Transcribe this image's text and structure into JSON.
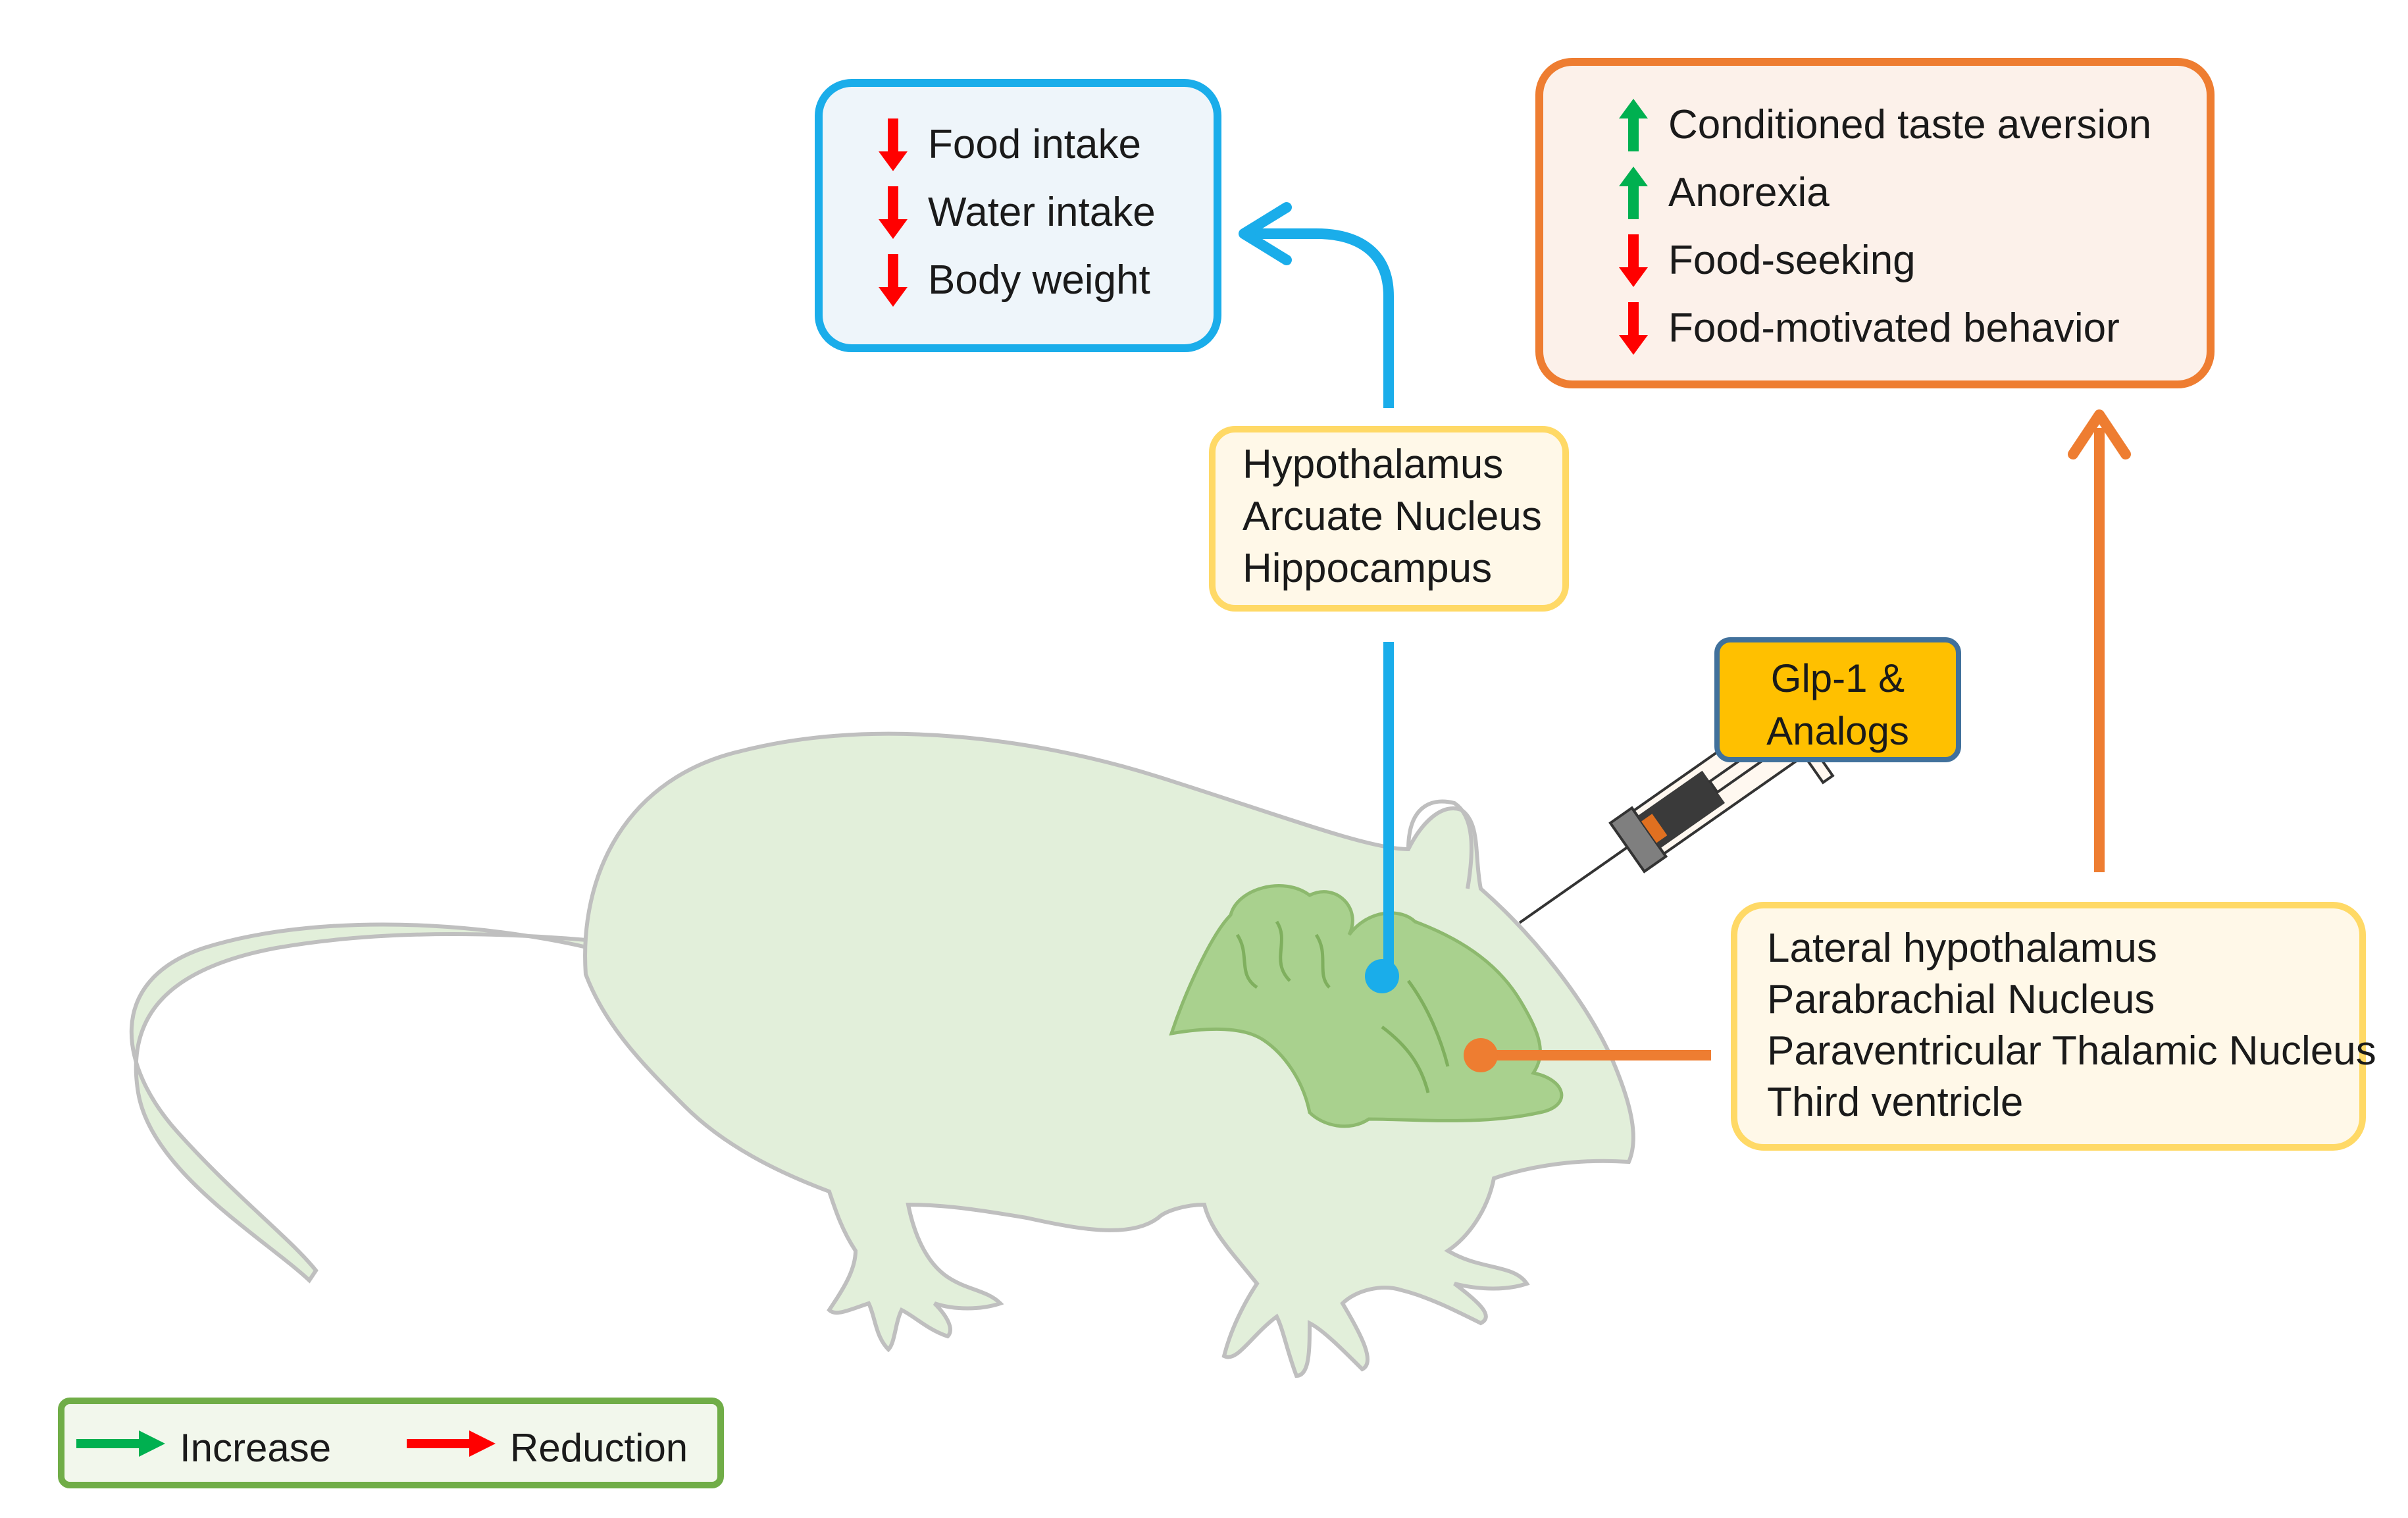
{
  "colors": {
    "blue": "#1AADEA",
    "orange": "#EE7D31",
    "yellow_border": "#FFD966",
    "yellow_fill": "#FFF8E8",
    "green_legend": "#70AD47",
    "increase": "#00B050",
    "reduction": "#FF0000",
    "glp_fill": "#FFC000",
    "glp_border": "#41719C",
    "rat_fill": "#E2EFDA",
    "rat_stroke": "#BFBFBF",
    "brain": "#A9D18E"
  },
  "effects_blue": {
    "items": [
      {
        "label": "Food intake",
        "direction": "down"
      },
      {
        "label": "Water intake",
        "direction": "down"
      },
      {
        "label": "Body weight",
        "direction": "down"
      }
    ]
  },
  "effects_orange": {
    "items": [
      {
        "label": "Conditioned taste aversion",
        "direction": "up"
      },
      {
        "label": "Anorexia",
        "direction": "up"
      },
      {
        "label": "Food-seeking",
        "direction": "down"
      },
      {
        "label": "Food-motivated behavior",
        "direction": "down"
      }
    ]
  },
  "regions_blue": [
    "Hypothalamus",
    "Arcuate Nucleus",
    "Hippocampus"
  ],
  "regions_orange": [
    "Lateral hypothalamus",
    "Parabrachial Nucleus",
    "Paraventricular Thalamic Nucleus",
    "Third ventricle"
  ],
  "glp": {
    "line1": "Glp-1 &",
    "line2": "Analogs"
  },
  "legend": {
    "increase_label": "Increase",
    "reduction_label": "Reduction"
  }
}
